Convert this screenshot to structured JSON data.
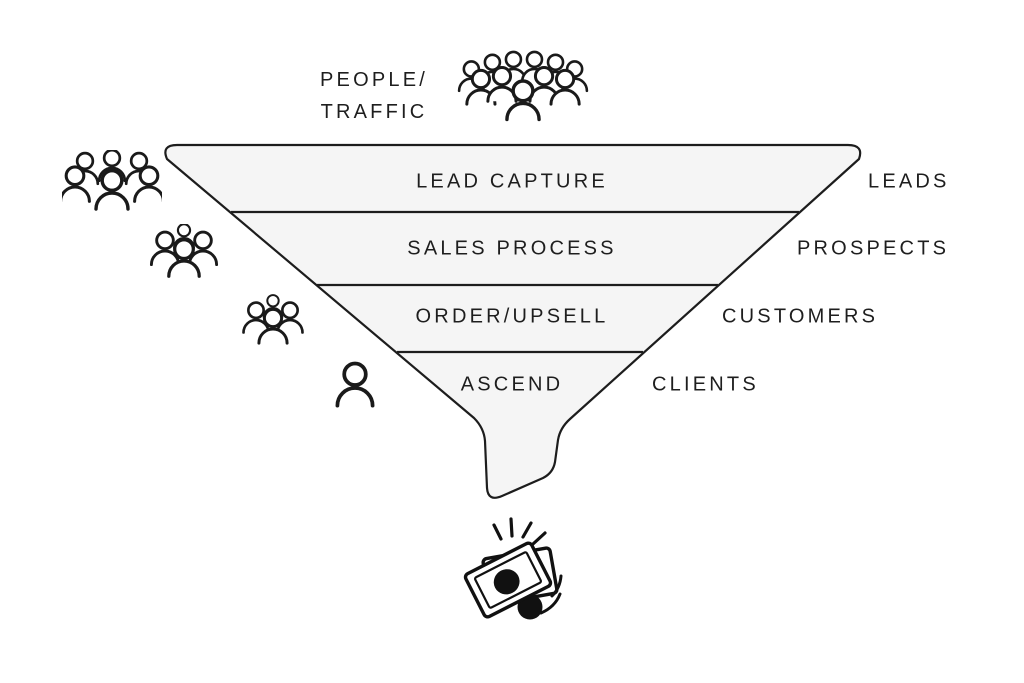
{
  "diagram": {
    "type": "sales-funnel",
    "background_color": "#ffffff",
    "funnel_fill_color": "#f5f5f5",
    "line_color": "#1d1d1d",
    "text_color": "#1e1e1e",
    "traffic_label": {
      "line1": "PEOPLE/",
      "line2": "TRAFFIC"
    },
    "stages": [
      {
        "label": "LEAD CAPTURE",
        "outcome": "LEADS",
        "left_icon": "crowd-of-six-icon"
      },
      {
        "label": "SALES PROCESS",
        "outcome": "PROSPECTS",
        "left_icon": "group-of-four-icon"
      },
      {
        "label": "ORDER/UPSELL",
        "outcome": "CUSTOMERS",
        "left_icon": "group-of-three-icon"
      },
      {
        "label": "ASCEND",
        "outcome": "CLIENTS",
        "left_icon": "single-person-icon"
      }
    ],
    "icons": {
      "top": "crowd-icon",
      "bottom": "money-icon"
    }
  }
}
